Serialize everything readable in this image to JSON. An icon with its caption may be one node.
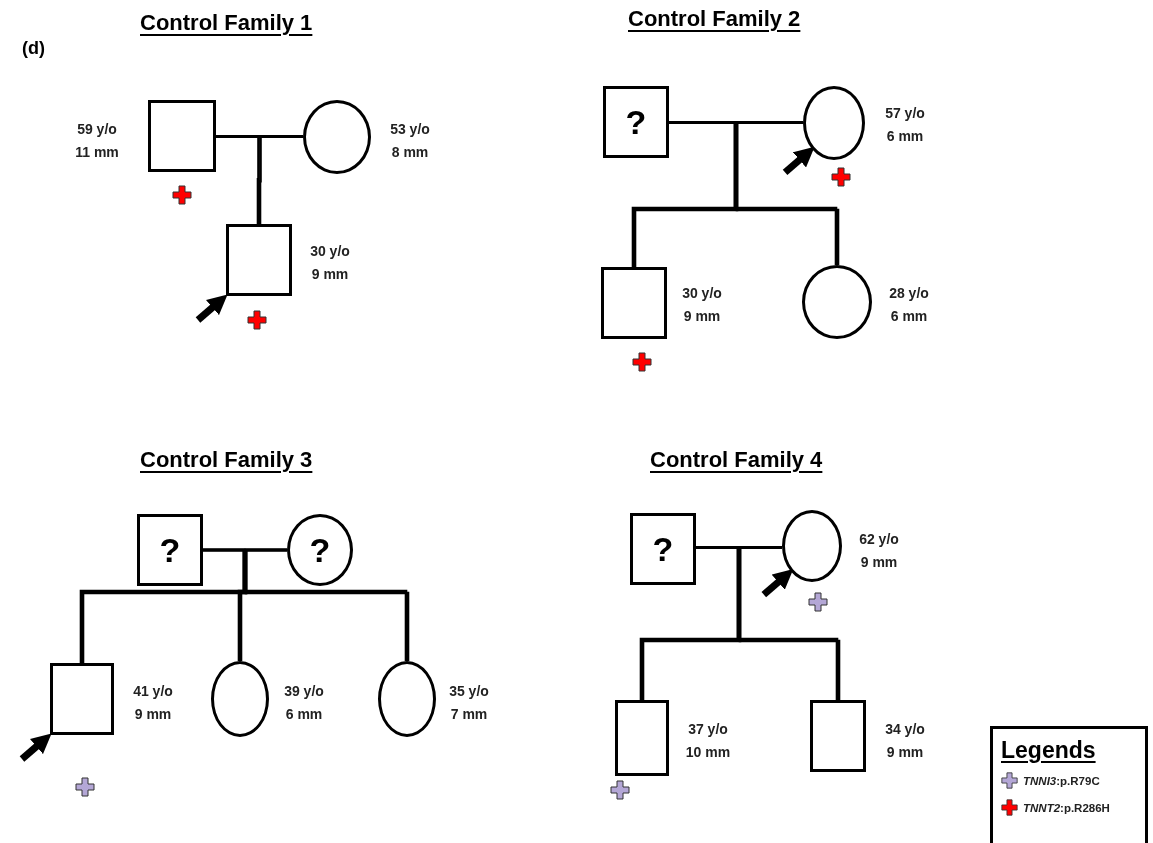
{
  "diagram": {
    "nodes": [
      {
        "text": [],
        "shape": "box",
        "beside": [
          "59 y/o 11 mm"
        ]
      },
      {
        "text": [],
        "shape": "circle",
        "beside": [
          "53 y/o 8 mm"
        ]
      },
      {
        "text": [],
        "shape": "box",
        "beside": [
          "30 y/o 9 mm"
        ]
      },
      {
        "text": [
          "?"
        ]
      },
      {
        "text": [],
        "shape": "circle",
        "beside": [
          "57 y/o 6 mm"
        ]
      },
      {
        "text": [],
        "shape": "box",
        "beside": [
          "30 y/o 9 mm"
        ]
      },
      {
        "text": [],
        "shape": "circle",
        "beside": [
          "28 y/o 6 mm"
        ]
      },
      {
        "text": [
          "?"
        ]
      },
      {
        "text": [
          "?"
        ]
      },
      {
        "text": [],
        "shape": "box",
        "beside": [
          "41 y/o 9 mm"
        ]
      },
      {
        "text": [],
        "shape": "circle",
        "beside": [
          "39 y/o 6 mm"
        ]
      },
      {
        "text": [],
        "shape": "circle",
        "beside": [
          "35 y/o 7 mm"
        ]
      },
      {
        "text": [
          "?"
        ]
      },
      {
        "text": [],
        "shape": "circle",
        "beside": [
          "62 y/o 9 mm"
        ]
      },
      {
        "text": [],
        "shape": "box",
        "beside": [
          "37 y/o 10 mm"
        ]
      },
      {
        "text": [],
        "shape": "box",
        "beside": [
          "34 y/o 9 mm"
        ]
      }
    ],
    "edges": [
      {
        "from": 0,
        "to": 1,
        "arrow": "none"
      },
      {
        "from": 0,
        "to": 2,
        "arrow": "none"
      },
      {
        "from": 1,
        "to": 2,
        "arrow": "none"
      },
      {
        "from": null,
        "to": 2,
        "arrow": "to",
        "style": "thick"
      },
      {
        "from": 3,
        "to": 4,
        "arrow": "none"
      },
      {
        "from": 3,
        "to": 5,
        "arrow": "none"
      },
      {
        "from": 4,
        "to": 5,
        "arrow": "none"
      },
      {
        "from": 3,
        "to": 6,
        "arrow": "none"
      },
      {
        "from": 4,
        "to": 6,
        "arrow": "none"
      },
      {
        "from": null,
        "to": 4,
        "arrow": "to",
        "style": "thick"
      },
      {
        "from": 7,
        "to": 8,
        "arrow": "none"
      },
      {
        "from": 7,
        "to": 9,
        "arrow": "none"
      },
      {
        "from": 8,
        "to": 9,
        "arrow": "none"
      },
      {
        "from": 7,
        "to": 10,
        "arrow": "none"
      },
      {
        "from": 8,
        "to": 10,
        "arrow": "none"
      },
      {
        "from": 7,
        "to": 11,
        "arrow": "none"
      },
      {
        "from": 8,
        "to": 11,
        "arrow": "none"
      },
      {
        "from": null,
        "to": 9,
        "arrow": "to",
        "style": "thick"
      },
      {
        "from": 12,
        "to": 13,
        "arrow": "none"
      },
      {
        "from": 12,
        "to": 14,
        "arrow": "none"
      },
      {
        "from": 13,
        "to": 14,
        "arrow": "none"
      },
      {
        "from": 12,
        "to": 15,
        "arrow": "none"
      },
      {
        "from": 13,
        "to": 15,
        "arrow": "none"
      },
      {
        "from": null,
        "to": 13,
        "arrow": "to",
        "style": "thick"
      }
    ],
    "labels": [
      "(d)",
      "Control Family 1",
      "Control Family 2",
      "Control Family 3",
      "Control Family 4",
      "Legends"
    ],
    "legend": [
      {
        "text": "*TNNI3*:p.R79C",
        "color": "#b4a7d6"
      },
      {
        "text": "*TNNT2*:p.R286H",
        "color": "#ff0000"
      }
    ]
  }
}
